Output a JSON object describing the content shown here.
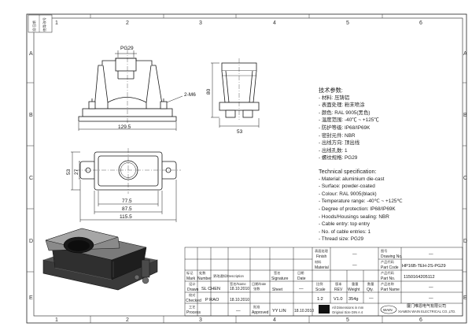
{
  "sheet": {
    "frame_numbers": [
      "1",
      "2",
      "3",
      "4",
      "5",
      "6"
    ],
    "frame_letters": [
      "A",
      "B",
      "C",
      "D",
      "E"
    ],
    "top_left_box": [
      "设/日期",
      "使用/改号"
    ]
  },
  "dimensions": {
    "thread_label": "PG29",
    "screw_label": "2-M6",
    "front_width": "129.5",
    "side_height": "80",
    "side_width": "53",
    "plan_height_outer": "53",
    "plan_height_inner": "27",
    "plan_width_1": "77.5",
    "plan_width_2": "87.5",
    "plan_width_3": "115.5"
  },
  "spec_cn": {
    "title": "技术参数:",
    "lines": [
      "- 材料: 压铸铝",
      "- 表面处理: 粉末喷涂",
      "- 颜色: RAL 9005(黑色)",
      "- 温度范围: -40℃ ~ +125℃",
      "- 防护等级: IP68/IP69K",
      "- 密封元件: NBR",
      "- 出线方向: 顶出线",
      "- 出线孔数: 1",
      "- 螺纹规格: PG29"
    ]
  },
  "spec_en": {
    "title": "Technical specification:",
    "lines": [
      "- Material: aluminium die-cast",
      "- Surface: powder-coated",
      "- Colour: RAL 9005(black)",
      "- Temperature range: -40℃ ~ +125℃",
      "- Degree of protection: IP68/IP69K",
      "- Hoods/Housings sealing: NBR",
      "- Cable entry: top entry",
      "- No. of cable entries: 1",
      "- Thread size: PG29"
    ]
  },
  "title_block": {
    "finish_cn": "表面处理",
    "finish": "Finish",
    "finish_value": "—",
    "material_cn": "材料",
    "material": "Material",
    "material_value": "—",
    "drawing_no_cn": "图号",
    "drawing_no": "Drawing No.",
    "drawing_no_value": "—",
    "part_code_cn": "产品代码",
    "part_code": "Part Code",
    "part_code_value": "HP16B-TEH-2S-PG29",
    "part_no_cn": "产品代码",
    "part_no": "Part No.",
    "part_no_value": "1150164205112",
    "part_name_cn": "产品名称",
    "part_name": "Part Name",
    "part_name_value": "—",
    "mark_cn": "标记",
    "mark": "Mark",
    "number_cn": "处数",
    "number": "Number",
    "change_cn": "更改通知/Description",
    "sign_cn": "签名/Name",
    "date_cn": "日期/Date",
    "signature_cn": "签名",
    "signature": "Signature",
    "date2_cn": "日期",
    "date2": "Date",
    "drawn": "Drawn",
    "drawn_cn": "设计",
    "drawn_name": "SL CHEN",
    "drawn_date": "18.10.2010",
    "checked": "Checked",
    "checked_cn": "校对",
    "checked_name": "P RAO",
    "checked_date": "18.10.2010",
    "process": "Process",
    "process_cn": "工艺",
    "process_value": "—",
    "approved": "Approved",
    "approved_cn": "批准",
    "approved_name": "YY LIN",
    "approved_date": "18.10.2010",
    "sheet_label": "Sheet",
    "sheet_cn": "张数",
    "sheet_value": "—",
    "scale_cn": "比例",
    "scale": "Scale",
    "scale_value": "1:2",
    "rev_cn": "版本",
    "rev": "REV",
    "rev_value": "V1.0",
    "weight_cn": "重量",
    "weight": "Weight",
    "weight_value": "354g",
    "qty_cn": "数量",
    "qty": "Qty.",
    "qty_value": "—",
    "dims_note": "All Dimensions in mm",
    "size_note": "Original Size DIN A 4",
    "company_cn": "厦门唯恩电气有限公司",
    "company_en": "XIAMEN WAIN ELECTRICAL CO.,LTD.",
    "logo_text": "WAIN"
  },
  "colors": {
    "line": "#1a1a1a",
    "grid": "#333333",
    "shade_dark": "#2b2b2b",
    "shade_mid": "#6d6d6d",
    "shade_light": "#b8b8b8"
  }
}
